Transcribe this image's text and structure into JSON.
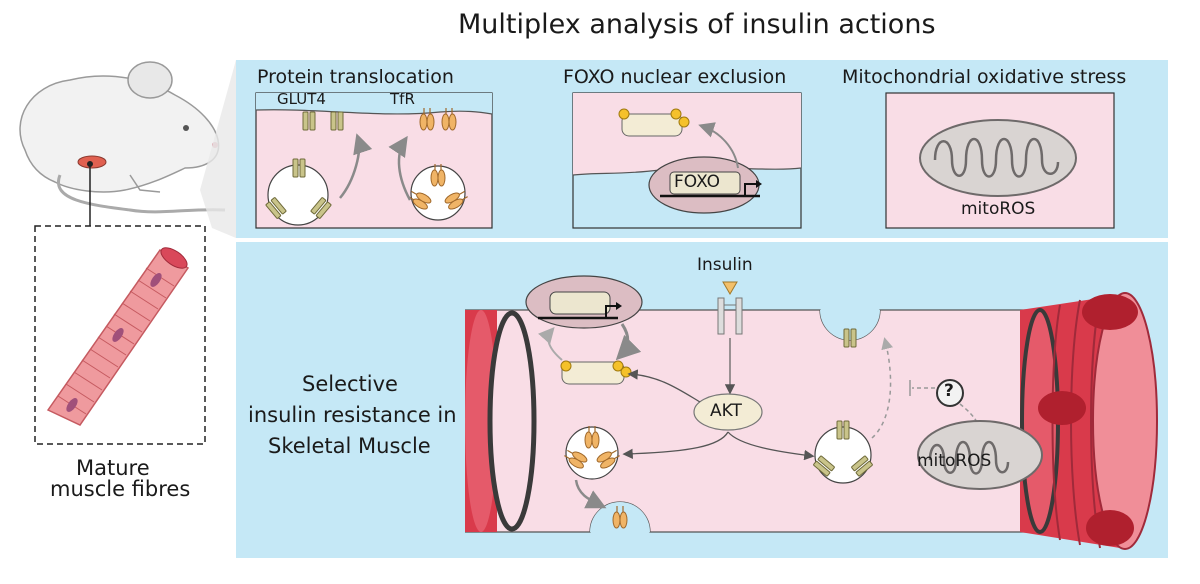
{
  "title": "Multiplex analysis of insulin actions",
  "panels": {
    "protein_translocation": "Protein translocation",
    "foxo": "FOXO nuclear exclusion",
    "mito": "Mitochondrial oxidative stress"
  },
  "labels": {
    "glut4": "GLUT4",
    "tfr": "TfR",
    "foxo_box": "FOXO",
    "mitoros_top": "mitoROS",
    "insulin": "Insulin",
    "akt": "AKT",
    "question": "?",
    "mitoros_main": "mitoROS",
    "selective": "Selective",
    "insulin_resistance": "insulin resistance in",
    "skeletal_muscle": "Skeletal Muscle",
    "mature": "Mature",
    "muscle_fibres": "muscle fibres"
  },
  "colors": {
    "panel_bg": "#c5e8f6",
    "cell_pink": "#f9d9e3",
    "muscle_red": "#d93a4b",
    "glut4": "#c9c48a",
    "tfr": "#f0b466",
    "akt_bg": "#f3ecd5",
    "nucleus": "#dcbdc3"
  }
}
